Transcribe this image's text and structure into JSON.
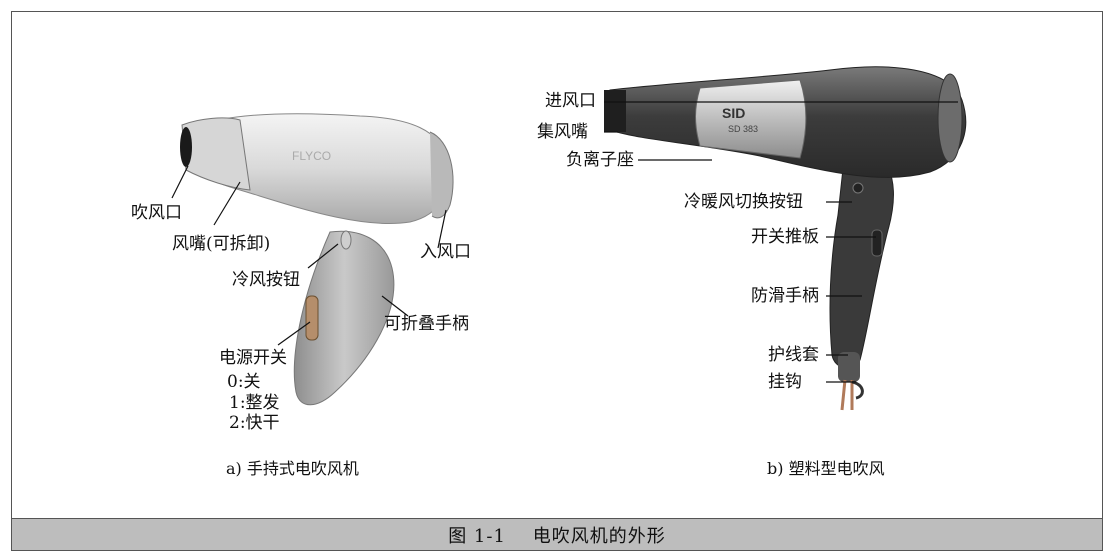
{
  "figure_caption": "图 1-1    电吹风机的外形",
  "left_panel": {
    "caption": "a) 手持式电吹风机",
    "brand_text": "FLYCO",
    "labels": {
      "outlet": "吹风口",
      "nozzle": "风嘴(可拆卸)",
      "inlet": "入风口",
      "cool_button": "冷风按钮",
      "handle": "可折叠手柄",
      "power_switch": "电源开关",
      "switch_0": "0:关",
      "switch_1": "1:整发",
      "switch_2": "2:快干"
    }
  },
  "right_panel": {
    "caption": "b) 塑料型电吹风",
    "brand_text": "SID",
    "model_text": "SD 383",
    "labels": {
      "inlet": "进风口",
      "concentrator": "集风嘴",
      "ion_seat": "负离子座",
      "hot_cold_button": "冷暖风切换按钮",
      "switch_slider": "开关推板",
      "handle": "防滑手柄",
      "cord_sleeve": "护线套",
      "hook": "挂钩"
    }
  }
}
